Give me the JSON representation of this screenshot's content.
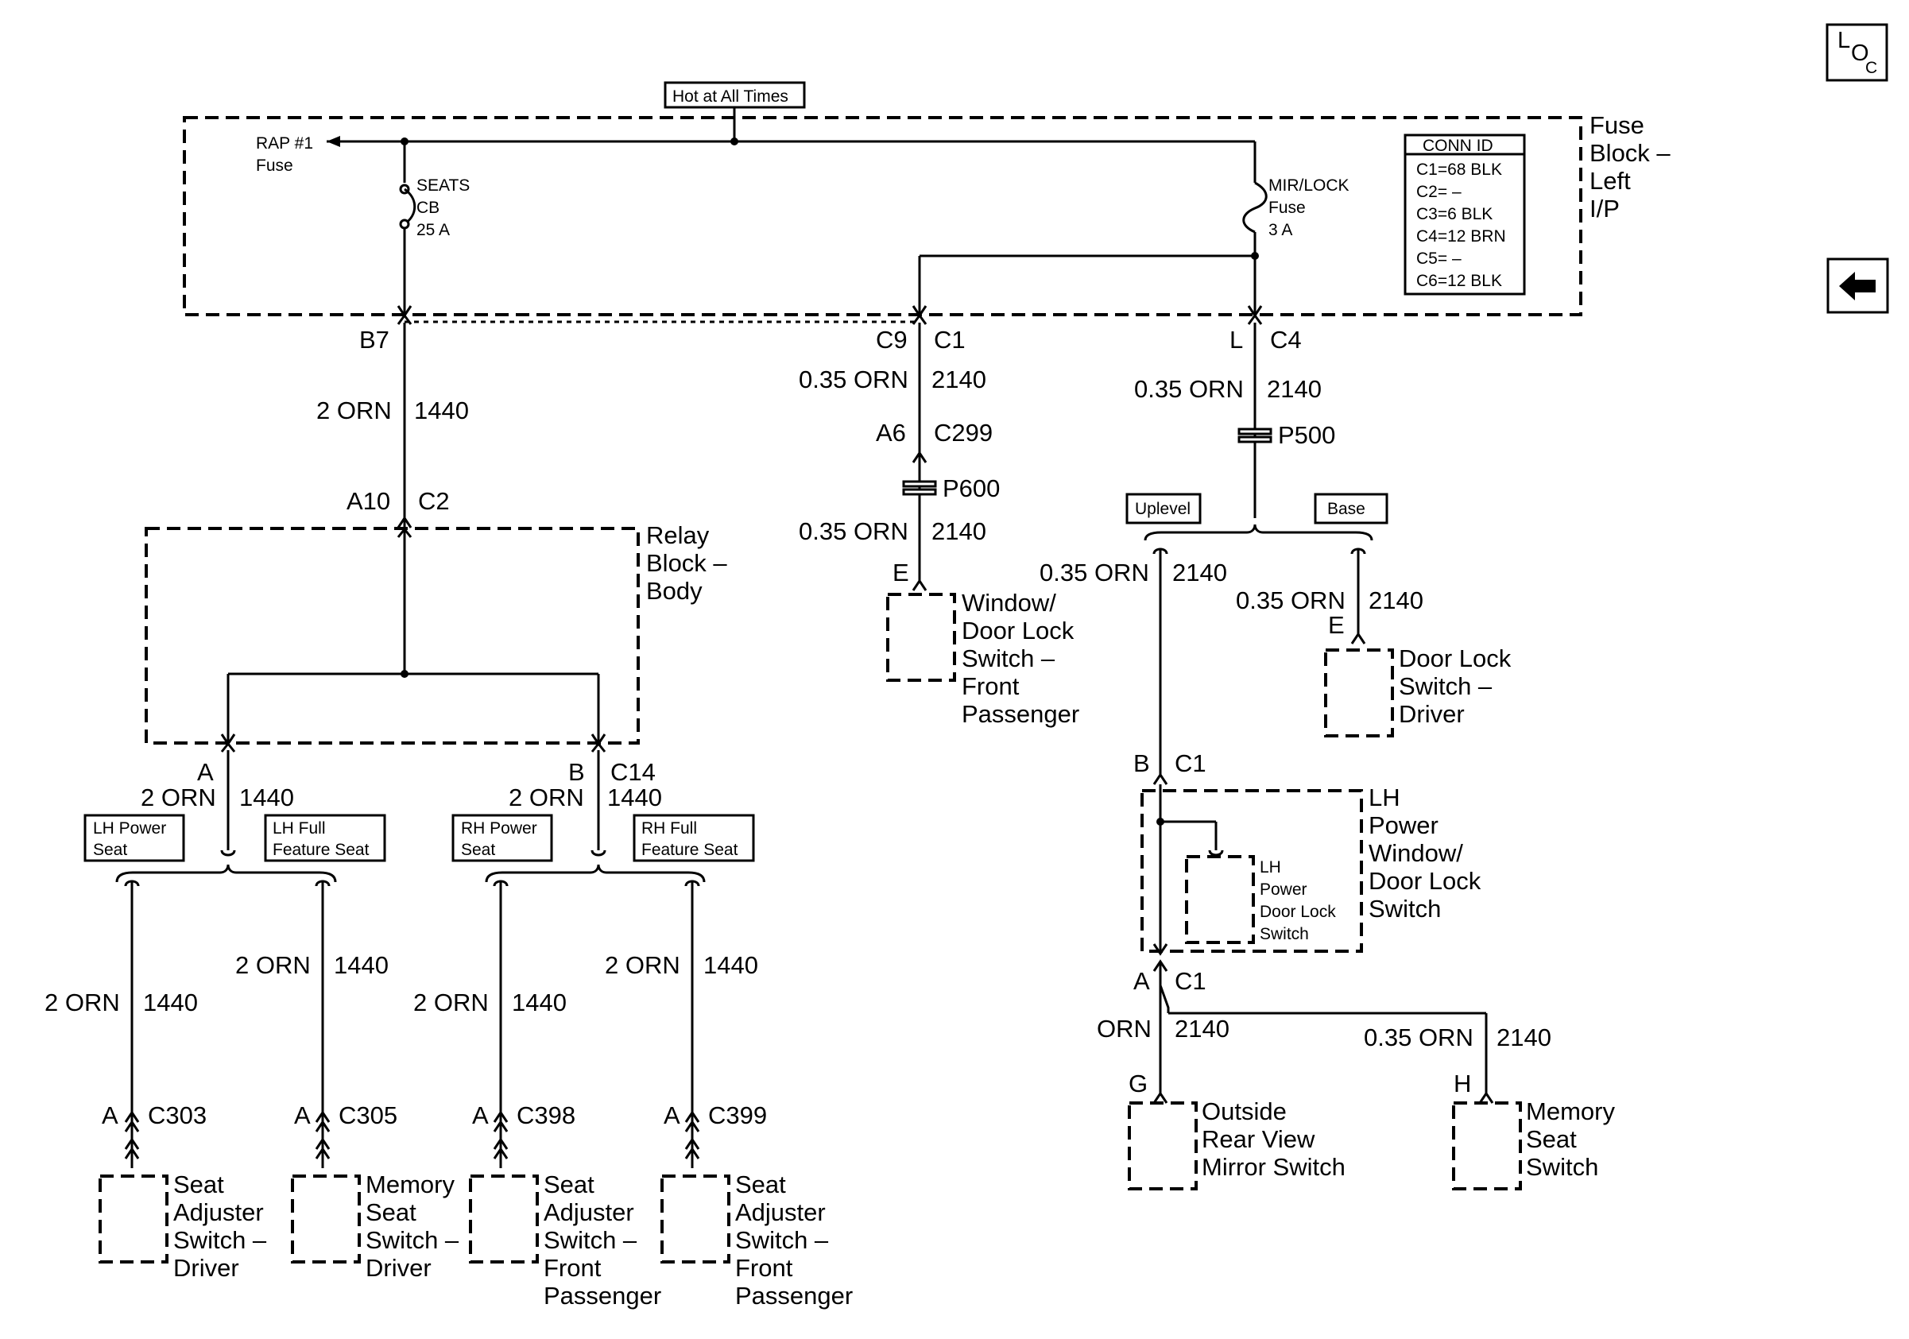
{
  "nav": {
    "loc_button": "LOC",
    "back_button": "back-arrow-icon"
  },
  "source": "Hot at All Times",
  "fuse_block": {
    "title_line1": "Fuse",
    "title_line2": "Block –",
    "title_line3": "Left",
    "title_line4": "I/P",
    "rap_fuse_line1": "RAP #1",
    "rap_fuse_line2": "Fuse",
    "seats_cb_line1": "SEATS",
    "seats_cb_line2": "CB",
    "seats_cb_line3": "25 A",
    "mirlock_line1": "MIR/LOCK",
    "mirlock_line2": "Fuse",
    "mirlock_line3": "3 A",
    "conn_id": {
      "title": "CONN ID",
      "rows": [
        "C1=68 BLK",
        "C2=   –",
        "C3=6 BLK",
        "C4=12 BRN",
        "C5=   –",
        "C6=12 BLK"
      ]
    }
  },
  "relay_block": {
    "line1": "Relay",
    "line2": "Block –",
    "line3": "Body"
  },
  "labels": {
    "b7": "B7",
    "wire_2orn": "2 ORN",
    "circuit_1440": "1440",
    "a10": "A10",
    "c2": "C2",
    "a": "A",
    "b": "B",
    "c14": "C14",
    "c9": "C9",
    "c1": "C1",
    "wire_035orn": "0.35 ORN",
    "circuit_2140": "2140",
    "a6": "A6",
    "c299": "C299",
    "p600": "P600",
    "e": "E",
    "l": "L",
    "c4": "C4",
    "p500": "P500",
    "g": "G",
    "h": "H",
    "orn": "ORN",
    "c303": "C303",
    "c305": "C305",
    "c398": "C398",
    "c399": "C399"
  },
  "options": {
    "lh_power_seat_1": "LH Power",
    "lh_power_seat_2": "Seat",
    "lh_full_feature_1": "LH Full",
    "lh_full_feature_2": "Feature Seat",
    "rh_power_seat_1": "RH Power",
    "rh_power_seat_2": "Seat",
    "rh_full_feature_1": "RH Full",
    "rh_full_feature_2": "Feature Seat",
    "uplevel": "Uplevel",
    "base": "Base"
  },
  "components": {
    "seat_adj_driver": [
      "Seat",
      "Adjuster",
      "Switch –",
      "Driver"
    ],
    "memory_seat_driver": [
      "Memory",
      "Seat",
      "Switch –",
      "Driver"
    ],
    "seat_adj_pass": [
      "Seat",
      "Adjuster",
      "Switch –",
      "Front",
      "Passenger"
    ],
    "window_door_pass": [
      "Window/",
      "Door Lock",
      "Switch –",
      "Front",
      "Passenger"
    ],
    "door_lock_driver": [
      "Door Lock",
      "Switch –",
      "Driver"
    ],
    "lh_pwdl_switch": [
      "LH",
      "Power",
      "Window/",
      "Door Lock",
      "Switch"
    ],
    "lh_power_door_lock": [
      "LH",
      "Power",
      "Door Lock",
      "Switch"
    ],
    "outside_mirror": [
      "Outside",
      "Rear View",
      "Mirror Switch"
    ],
    "memory_seat_switch": [
      "Memory",
      "Seat",
      "Switch"
    ]
  }
}
